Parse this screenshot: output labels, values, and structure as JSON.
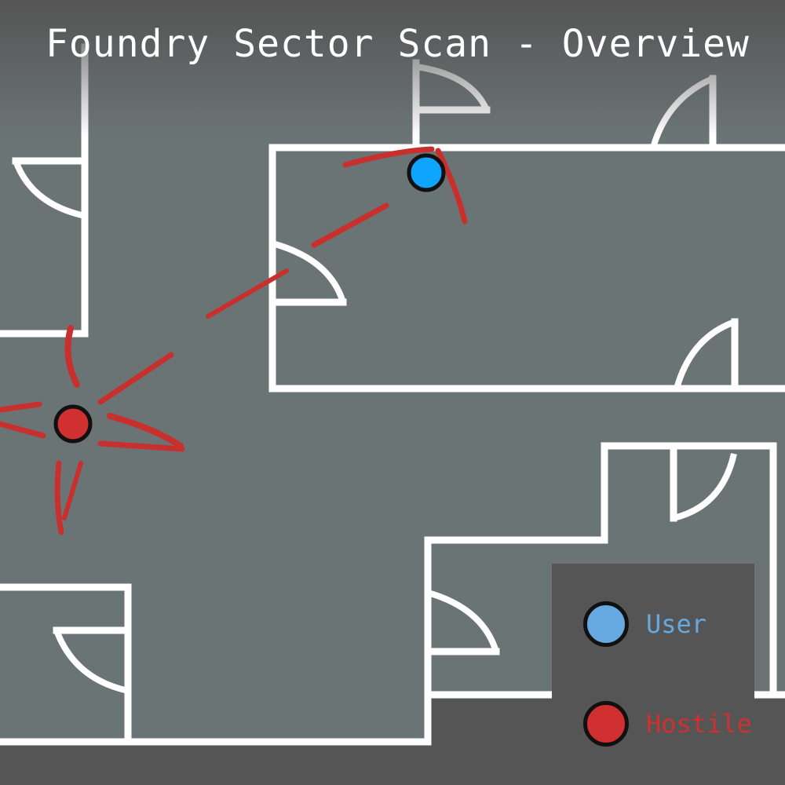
{
  "title": "Foundry Sector Scan - Overview",
  "legend": {
    "user_label": "User",
    "hostile_label": "Hostile",
    "user_color": "#65a9e0",
    "hostile_color": "#d03030"
  },
  "markers": {
    "user": {
      "name": "user",
      "color": "#0ea5ff"
    },
    "hostile": {
      "name": "hostile",
      "color": "#d03030"
    }
  },
  "icons": [
    "door-arc-icon",
    "user-marker-icon",
    "hostile-marker-icon",
    "sound-ripple-icon"
  ]
}
